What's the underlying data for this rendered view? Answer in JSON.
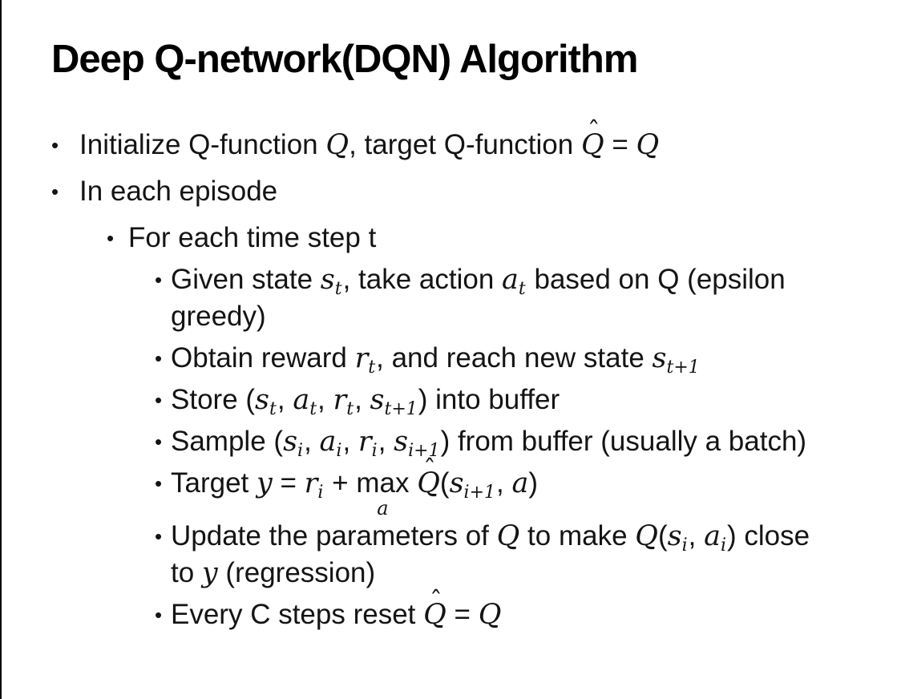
{
  "slide": {
    "title": "Deep Q-network(DQN) Algorithm",
    "bullet_char": "•",
    "hat_accent": "ˆ",
    "colors": {
      "background": "#ffffff",
      "text": "#141414",
      "title_text": "#000000",
      "frame_border": "#000000"
    },
    "lines": [
      {
        "level": 1,
        "bullet": true,
        "segments": [
          {
            "k": "t",
            "v": "Initialize Q-function "
          },
          {
            "k": "m",
            "v": "Q"
          },
          {
            "k": "t",
            "v": ", target Q-function "
          },
          {
            "k": "hat",
            "v": "Q"
          },
          {
            "k": "t",
            "v": " = "
          },
          {
            "k": "m",
            "v": "Q"
          }
        ]
      },
      {
        "level": 1,
        "bullet": true,
        "segments": [
          {
            "k": "t",
            "v": "In each episode"
          }
        ]
      },
      {
        "level": 2,
        "bullet": true,
        "segments": [
          {
            "k": "t",
            "v": "For each time step t"
          }
        ]
      },
      {
        "level": 3,
        "bullet": true,
        "segments": [
          {
            "k": "t",
            "v": "Given state "
          },
          {
            "k": "m",
            "v": "s"
          },
          {
            "k": "sub",
            "v": "t"
          },
          {
            "k": "t",
            "v": ", take action "
          },
          {
            "k": "m",
            "v": "a"
          },
          {
            "k": "sub",
            "v": "t"
          },
          {
            "k": "t",
            "v": " based on Q (epsilon"
          }
        ]
      },
      {
        "level": 3,
        "bullet": false,
        "segments": [
          {
            "k": "t",
            "v": "greedy)"
          }
        ]
      },
      {
        "level": 3,
        "bullet": true,
        "segments": [
          {
            "k": "t",
            "v": "Obtain reward "
          },
          {
            "k": "m",
            "v": "r"
          },
          {
            "k": "sub",
            "v": "t"
          },
          {
            "k": "t",
            "v": ", and reach new state "
          },
          {
            "k": "m",
            "v": "s"
          },
          {
            "k": "sub",
            "v": "t+1"
          }
        ]
      },
      {
        "level": 3,
        "bullet": true,
        "segments": [
          {
            "k": "t",
            "v": "Store ("
          },
          {
            "k": "m",
            "v": "s"
          },
          {
            "k": "sub",
            "v": "t"
          },
          {
            "k": "t",
            "v": ", "
          },
          {
            "k": "m",
            "v": "a"
          },
          {
            "k": "sub",
            "v": "t"
          },
          {
            "k": "t",
            "v": ", "
          },
          {
            "k": "m",
            "v": "r"
          },
          {
            "k": "sub",
            "v": "t"
          },
          {
            "k": "t",
            "v": ", "
          },
          {
            "k": "m",
            "v": "s"
          },
          {
            "k": "sub",
            "v": "t+1"
          },
          {
            "k": "t",
            "v": ") into buffer"
          }
        ]
      },
      {
        "level": 3,
        "bullet": true,
        "segments": [
          {
            "k": "t",
            "v": "Sample ("
          },
          {
            "k": "m",
            "v": "s"
          },
          {
            "k": "sub",
            "v": "i"
          },
          {
            "k": "t",
            "v": ", "
          },
          {
            "k": "m",
            "v": "a"
          },
          {
            "k": "sub",
            "v": "i"
          },
          {
            "k": "t",
            "v": ", "
          },
          {
            "k": "m",
            "v": "r"
          },
          {
            "k": "sub",
            "v": "i"
          },
          {
            "k": "t",
            "v": ", "
          },
          {
            "k": "m",
            "v": "s"
          },
          {
            "k": "sub",
            "v": "i+1"
          },
          {
            "k": "t",
            "v": ") from buffer (usually a batch)"
          }
        ]
      },
      {
        "level": 3,
        "bullet": true,
        "segments": [
          {
            "k": "t",
            "v": "Target "
          },
          {
            "k": "m",
            "v": "y"
          },
          {
            "k": "t",
            "v": " = "
          },
          {
            "k": "m",
            "v": "r"
          },
          {
            "k": "sub",
            "v": "i"
          },
          {
            "k": "t",
            "v": " + "
          },
          {
            "k": "under",
            "v": "max",
            "u": "a"
          },
          {
            "k": "t",
            "v": " "
          },
          {
            "k": "hat",
            "v": "Q"
          },
          {
            "k": "t",
            "v": "("
          },
          {
            "k": "m",
            "v": "s"
          },
          {
            "k": "sub",
            "v": "i+1"
          },
          {
            "k": "t",
            "v": ", "
          },
          {
            "k": "m",
            "v": "a"
          },
          {
            "k": "t",
            "v": ")"
          }
        ]
      },
      {
        "level": 3,
        "bullet": true,
        "segments": [
          {
            "k": "t",
            "v": "Update the parameters of "
          },
          {
            "k": "m",
            "v": "Q"
          },
          {
            "k": "t",
            "v": " to make "
          },
          {
            "k": "m",
            "v": "Q"
          },
          {
            "k": "t",
            "v": "("
          },
          {
            "k": "m",
            "v": "s"
          },
          {
            "k": "sub",
            "v": "i"
          },
          {
            "k": "t",
            "v": ", "
          },
          {
            "k": "m",
            "v": "a"
          },
          {
            "k": "sub",
            "v": "i"
          },
          {
            "k": "t",
            "v": ") close"
          }
        ]
      },
      {
        "level": 3,
        "bullet": false,
        "segments": [
          {
            "k": "t",
            "v": "to "
          },
          {
            "k": "m",
            "v": "y"
          },
          {
            "k": "t",
            "v": " (regression)"
          }
        ]
      },
      {
        "level": 3,
        "bullet": true,
        "segments": [
          {
            "k": "t",
            "v": "Every C steps reset "
          },
          {
            "k": "hat",
            "v": "Q"
          },
          {
            "k": "t",
            "v": " = "
          },
          {
            "k": "m",
            "v": "Q"
          }
        ]
      }
    ]
  }
}
